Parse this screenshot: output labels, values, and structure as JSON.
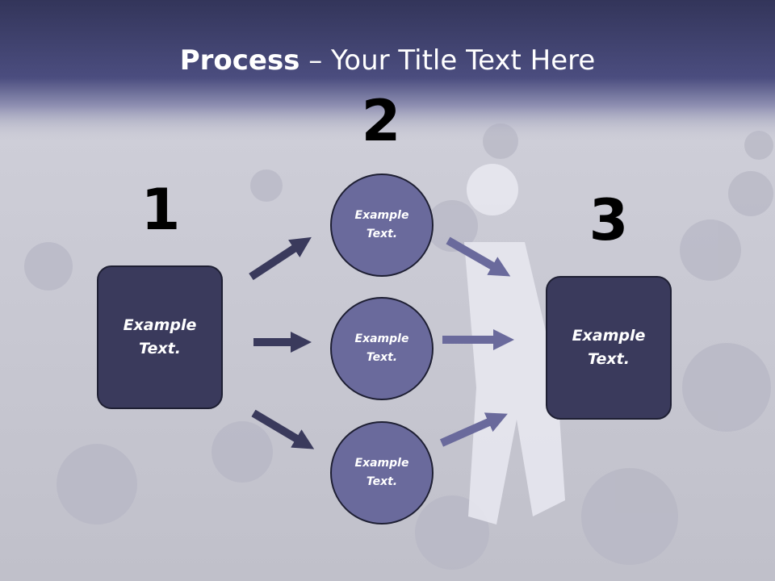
{
  "title": {
    "bold": "Process",
    "rest": " – Your Title Text Here"
  },
  "steps": [
    {
      "number": "1",
      "label": "Example\nText."
    },
    {
      "number": "2",
      "circles": [
        {
          "label": "Example\nText."
        },
        {
          "label": "Example\nText."
        },
        {
          "label": "Example\nText."
        }
      ]
    },
    {
      "number": "3",
      "label": "Example\nText."
    }
  ],
  "colors": {
    "header": "#3d3f6a",
    "box_fill": "#3a3a5c",
    "circle_fill": "#6a6a9c",
    "arrow_dark": "#3a3a5c",
    "arrow_light": "#6a6a9c"
  }
}
